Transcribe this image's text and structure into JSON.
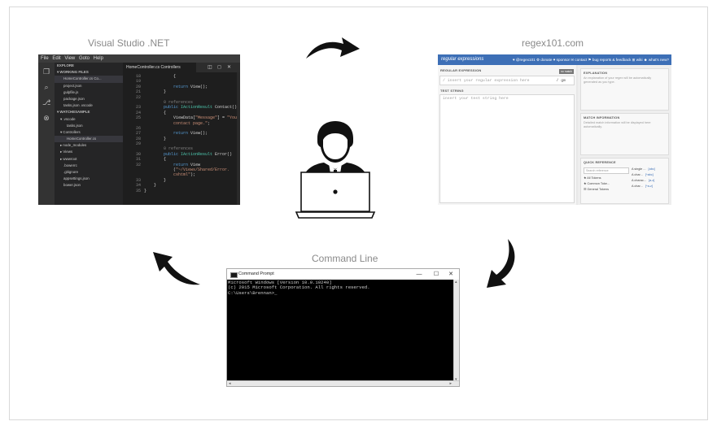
{
  "captions": {
    "top_left": "Visual Studio .NET",
    "top_right": "regex101.com",
    "bottom": "Command Line"
  },
  "vscode": {
    "menu": [
      "File",
      "Edit",
      "View",
      "Goto",
      "Help"
    ],
    "activity_icons": [
      "files-icon",
      "search-icon",
      "git-icon",
      "debug-icon"
    ],
    "sidebar": [
      {
        "text": "EXPLORE",
        "kind": "hdr"
      },
      {
        "text": "▾ WORKING FILES",
        "kind": "hdr"
      },
      {
        "text": "HomeController.cs Co...",
        "kind": "sel",
        "indent": 2
      },
      {
        "text": "project.json",
        "kind": "",
        "indent": 2
      },
      {
        "text": "gulpfile.js",
        "kind": "",
        "indent": 2
      },
      {
        "text": "package.json",
        "kind": "",
        "indent": 2
      },
      {
        "text": "tasks.json .vscode",
        "kind": "",
        "indent": 2
      },
      {
        "text": "▾ WATCHESAMPLE",
        "kind": "hdr"
      },
      {
        "text": "▾ .vscode",
        "kind": "",
        "indent": 1
      },
      {
        "text": "tasks.json",
        "kind": "",
        "indent": 3
      },
      {
        "text": "▾ Controllers",
        "kind": "",
        "indent": 1
      },
      {
        "text": "HomeController.cs",
        "kind": "sel",
        "indent": 3
      },
      {
        "text": "▸ node_modules",
        "kind": "",
        "indent": 1
      },
      {
        "text": "▸ Views",
        "kind": "",
        "indent": 1
      },
      {
        "text": "▸ wwwroot",
        "kind": "",
        "indent": 1
      },
      {
        "text": ".bowerrc",
        "kind": "",
        "indent": 2
      },
      {
        "text": ".gitignore",
        "kind": "",
        "indent": 2
      },
      {
        "text": "appsettings.json",
        "kind": "",
        "indent": 2
      },
      {
        "text": "bower.json",
        "kind": "",
        "indent": 2
      }
    ],
    "tab_label": "HomeController.cs Controllers",
    "tab_controls": [
      "◫",
      "◻",
      "✕"
    ],
    "code_lines": [
      {
        "n": "18",
        "parts": [
          [
            "pl",
            "            {"
          ]
        ]
      },
      {
        "n": "19",
        "parts": [
          [
            "pl",
            ""
          ]
        ]
      },
      {
        "n": "20",
        "parts": [
          [
            "kw",
            "            return "
          ],
          [
            "pl",
            "View();"
          ]
        ]
      },
      {
        "n": "21",
        "parts": [
          [
            "pl",
            "        }"
          ]
        ]
      },
      {
        "n": "22",
        "parts": [
          [
            "pl",
            ""
          ]
        ]
      },
      {
        "n": "",
        "parts": [
          [
            "cm",
            "        0 references"
          ]
        ]
      },
      {
        "n": "23",
        "parts": [
          [
            "kw",
            "        public "
          ],
          [
            "ty",
            "IActionResult "
          ],
          [
            "pl",
            "Contact()"
          ]
        ]
      },
      {
        "n": "24",
        "parts": [
          [
            "pl",
            "        {"
          ]
        ]
      },
      {
        "n": "25",
        "parts": [
          [
            "pl",
            "            ViewData["
          ],
          [
            "st",
            "\"Message\""
          ],
          [
            "pl",
            "] = "
          ],
          [
            "st",
            "\"Your"
          ]
        ]
      },
      {
        "n": "",
        "parts": [
          [
            "st",
            "            contact page.\""
          ],
          [
            "pl",
            ";"
          ]
        ]
      },
      {
        "n": "26",
        "parts": [
          [
            "pl",
            ""
          ]
        ]
      },
      {
        "n": "27",
        "parts": [
          [
            "kw",
            "            return "
          ],
          [
            "pl",
            "View();"
          ]
        ]
      },
      {
        "n": "28",
        "parts": [
          [
            "pl",
            "        }"
          ]
        ]
      },
      {
        "n": "29",
        "parts": [
          [
            "pl",
            ""
          ]
        ]
      },
      {
        "n": "",
        "parts": [
          [
            "cm",
            "        0 references"
          ]
        ]
      },
      {
        "n": "30",
        "parts": [
          [
            "kw",
            "        public "
          ],
          [
            "ty",
            "IActionResult "
          ],
          [
            "pl",
            "Error()"
          ]
        ]
      },
      {
        "n": "31",
        "parts": [
          [
            "pl",
            "        {"
          ]
        ]
      },
      {
        "n": "32",
        "parts": [
          [
            "kw",
            "            return "
          ],
          [
            "pl",
            "View"
          ]
        ]
      },
      {
        "n": "",
        "parts": [
          [
            "pl",
            "            ("
          ],
          [
            "st",
            "\"~/Views/Shared/Error."
          ]
        ]
      },
      {
        "n": "",
        "parts": [
          [
            "st",
            "            cshtml\""
          ],
          [
            "pl",
            ");"
          ]
        ]
      },
      {
        "n": "33",
        "parts": [
          [
            "pl",
            "        }"
          ]
        ]
      },
      {
        "n": "34",
        "parts": [
          [
            "pl",
            "    }"
          ]
        ]
      },
      {
        "n": "35",
        "parts": [
          [
            "pl",
            "}"
          ]
        ]
      }
    ]
  },
  "regex101": {
    "logo": "regular expressions",
    "nav": "♥ @regex101  ⚙ donate  ♥ sponsor  ✉ contact  ⚑ bug reports & feedback  ⊞ wiki  ☻ what's new?",
    "regex_label": "REGULAR EXPRESSION",
    "regex_tag": "no match",
    "regex_placeholder": "/ insert your regular expression here",
    "regex_flags": "/ gm",
    "test_label": "TEST STRING",
    "test_placeholder": "insert your test string here",
    "explanation_title": "EXPLANATION",
    "explanation_text": "An explanation of your regex will be automatically generated as you type.",
    "match_title": "MATCH INFORMATION",
    "match_text": "Detailed match information will be displayed here automatically.",
    "qr_title": "QUICK REFERENCE",
    "qr_search": "Search reference",
    "qr_categories": [
      "★ All Tokens",
      "★ Common Toke...",
      "☰ General Tokens"
    ],
    "qr_items": [
      {
        "label": "A single ...",
        "code": "[abc]"
      },
      {
        "label": "A char...",
        "code": "[^abc]"
      },
      {
        "label": "A charac...",
        "code": "[a-z]"
      },
      {
        "label": "A char...",
        "code": "[^a-z]"
      }
    ]
  },
  "cmd": {
    "title": "Command Prompt",
    "controls": [
      "—",
      "☐",
      "✕"
    ],
    "lines": [
      "Microsoft Windows [Version 10.0.10240]",
      "(c) 2015 Microsoft Corporation. All rights reserved.",
      "",
      "C:\\Users\\Brennan>_"
    ]
  },
  "colors": {
    "arrow": "#111111",
    "regex_brand": "#3d6fb6",
    "vs_bg": "#1e1e1e"
  }
}
